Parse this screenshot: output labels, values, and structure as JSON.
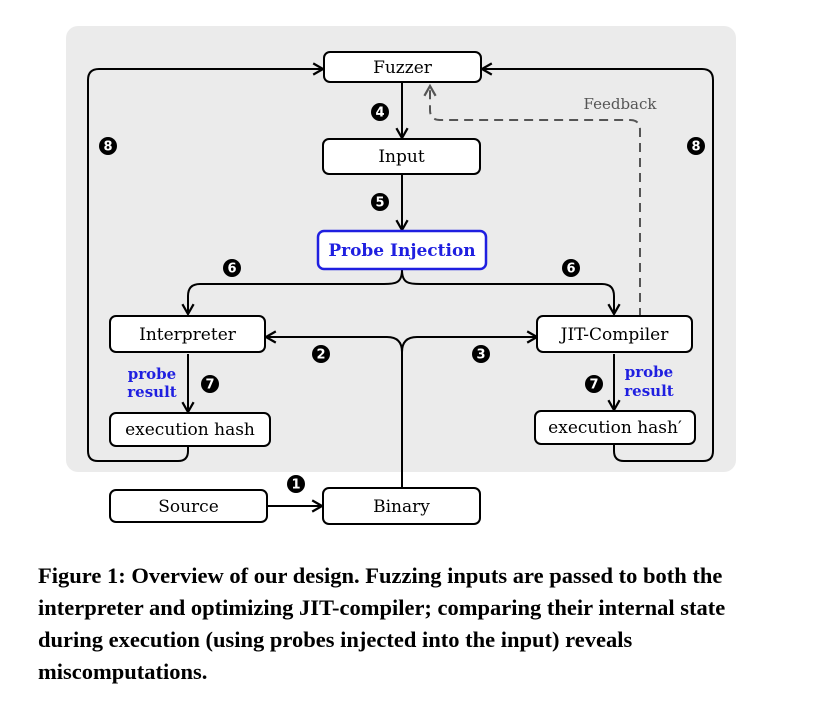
{
  "nodes": {
    "fuzzer": "Fuzzer",
    "input": "Input",
    "probe_injection": "Probe Injection",
    "interpreter": "Interpreter",
    "jit_compiler": "JIT-Compiler",
    "exec_hash_left": "execution hash",
    "exec_hash_right": "execution hash′",
    "source": "Source",
    "binary": "Binary"
  },
  "edge_labels": {
    "feedback": "Feedback",
    "probe_result_left": [
      "probe",
      "result"
    ],
    "probe_result_right": [
      "probe",
      "result"
    ]
  },
  "step_numbers": {
    "n1": "1",
    "n2": "2",
    "n3": "3",
    "n4": "4",
    "n5": "5",
    "n6_left": "6",
    "n6_right": "6",
    "n7_left": "7",
    "n7_right": "7",
    "n8_left": "8",
    "n8_right": "8"
  },
  "colors": {
    "panel": "#ebebeb",
    "probe_blue": "#1f1fe0",
    "feedback_gray": "#555555"
  },
  "caption": "Figure 1: Overview of our design. Fuzzing inputs are passed to both the interpreter and optimizing JIT-compiler; comparing their internal state during execution (using probes injected into the input) reveals miscomputations."
}
